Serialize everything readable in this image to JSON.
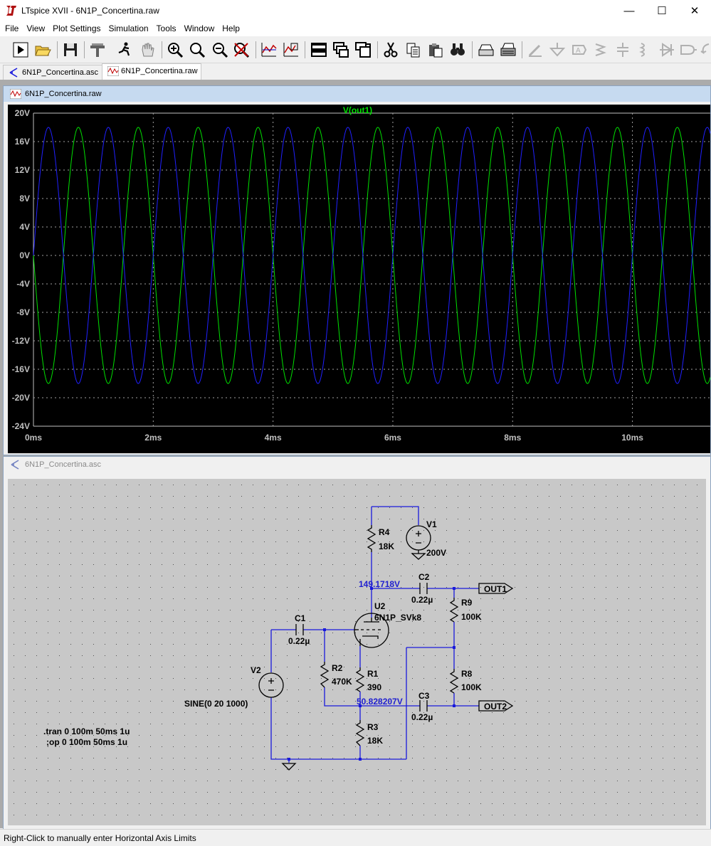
{
  "window": {
    "title": "LTspice XVII - 6N1P_Concertina.raw",
    "minimize": "—",
    "maximize": "☐",
    "close": "✕"
  },
  "menu": [
    "File",
    "View",
    "Plot Settings",
    "Simulation",
    "Tools",
    "Window",
    "Help"
  ],
  "toolbar": {
    "icons": [
      "run-icon",
      "open-icon",
      "save-icon",
      "control-panel-icon",
      "halt-icon",
      "pan-icon",
      "zoom-in-icon",
      "zoom-area-icon",
      "zoom-out-icon",
      "zoom-fit-icon",
      "autorange-icon",
      "manual-limits-icon",
      "tile-horizontal-icon",
      "cascade-icon",
      "tile-vertical-icon",
      "cut-icon",
      "copy-icon",
      "paste-icon",
      "find-icon",
      "print-preview-icon",
      "print-icon",
      "wire-icon",
      "ground-icon",
      "label-icon",
      "resistor-icon",
      "capacitor-icon",
      "inductor-icon",
      "diode-icon",
      "component-icon",
      "rotate-icon"
    ]
  },
  "tabs": [
    {
      "label": "6N1P_Concertina.asc",
      "icon": "schematic-icon"
    },
    {
      "label": "6N1P_Concertina.raw",
      "icon": "waveform-icon"
    }
  ],
  "plot_window": {
    "title": "6N1P_Concertina.raw"
  },
  "schematic_window": {
    "title": "6N1P_Concertina.asc"
  },
  "chart_data": {
    "type": "line",
    "title": "V(out1)",
    "xlabel": "",
    "ylabel": "",
    "xlim": [
      0,
      11.3
    ],
    "ylim": [
      -24,
      20
    ],
    "x_ticks": [
      "0ms",
      "2ms",
      "4ms",
      "6ms",
      "8ms",
      "10ms"
    ],
    "x_tick_values": [
      0,
      2,
      4,
      6,
      8,
      10
    ],
    "y_ticks": [
      "20V",
      "16V",
      "12V",
      "8V",
      "4V",
      "0V",
      "-4V",
      "-8V",
      "-12V",
      "-16V",
      "-20V",
      "-24V"
    ],
    "y_tick_values": [
      20,
      16,
      12,
      8,
      4,
      0,
      -4,
      -8,
      -12,
      -16,
      -20,
      -24
    ],
    "grid": true,
    "series": [
      {
        "name": "V(out1)",
        "color": "#00e000",
        "amplitude": 18,
        "frequency_hz": 1000,
        "phase_deg": 180
      },
      {
        "color": "#2020ff",
        "amplitude": 18,
        "frequency_hz": 1000,
        "phase_deg": 0
      }
    ]
  },
  "schematic": {
    "components": {
      "R4": {
        "name": "R4",
        "value": "18K"
      },
      "V1": {
        "name": "V1",
        "value": "200V"
      },
      "C2": {
        "name": "C2",
        "value": "0.22µ"
      },
      "R9": {
        "name": "R9",
        "value": "100K"
      },
      "U2": {
        "name": "U2",
        "value": "6N1P_SVk8"
      },
      "C1": {
        "name": "C1",
        "value": "0.22µ"
      },
      "V2": {
        "name": "V2",
        "value": "SINE(0 20 1000)"
      },
      "R2": {
        "name": "R2",
        "value": "470K"
      },
      "R1": {
        "name": "R1",
        "value": "390"
      },
      "R8": {
        "name": "R8",
        "value": "100K"
      },
      "C3": {
        "name": "C3",
        "value": "0.22µ"
      },
      "R3": {
        "name": "R3",
        "value": "18K"
      }
    },
    "node_voltages": {
      "plate": "149.1718V",
      "cathode": "50.828207V"
    },
    "labels": {
      "out1": "OUT1",
      "out2": "OUT2"
    },
    "directives": {
      "tran": ".tran 0 100m 50ms 1u",
      "op": ";op 0 100m 50ms 1u"
    }
  },
  "status": "Right-Click to manually enter Horizontal Axis Limits",
  "colors": {
    "plot_bg": "#000000",
    "grid": "#a0a0a0",
    "wire": "#1a1adc",
    "component": "#000000",
    "schematic_bg": "#c8c8c8"
  }
}
